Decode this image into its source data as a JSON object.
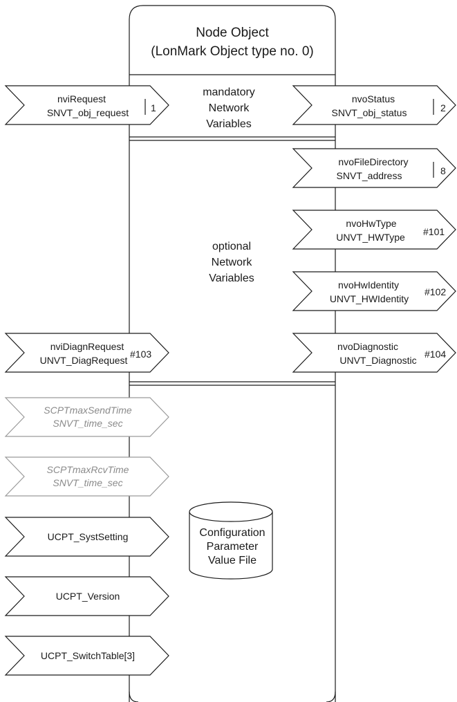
{
  "node": {
    "title_line1": "Node Object",
    "title_line2": "(LonMark Object type no. 0)"
  },
  "mandatory_label": [
    "mandatory",
    "Network",
    "Variables"
  ],
  "optional_label": [
    "optional",
    "Network",
    "Variables"
  ],
  "inputs": [
    {
      "name": "nviRequest",
      "type": "SNVT_obj_request",
      "index": "1",
      "bar": true
    },
    {
      "name": "nviDiagnRequest",
      "type": "UNVT_DiagRequest",
      "index": "#103",
      "bar": false
    }
  ],
  "outputs": [
    {
      "name": "nvoStatus",
      "type": "SNVT_obj_status",
      "index": "2",
      "bar": true
    },
    {
      "name": "nvoFileDirectory",
      "type": "SNVT_address",
      "index": "8",
      "bar": true
    },
    {
      "name": "nvoHwType",
      "type": "UNVT_HWType",
      "index": "#101",
      "bar": false
    },
    {
      "name": "nvoHwIdentity",
      "type": "UNVT_HWIdentity",
      "index": "#102",
      "bar": false
    },
    {
      "name": "nvoDiagnostic",
      "type": "UNVT_Diagnostic",
      "index": "#104",
      "bar": false
    }
  ],
  "config_properties": [
    {
      "name": "SCPTmaxSendTime",
      "type": "SNVT_time_sec",
      "style": "grey-italic"
    },
    {
      "name": "SCPTmaxRcvTime",
      "type": "SNVT_time_sec",
      "style": "grey-italic"
    },
    {
      "name": "UCPT_SystSetting",
      "type": "",
      "style": "normal"
    },
    {
      "name": "UCPT_Version",
      "type": "",
      "style": "normal"
    },
    {
      "name": "UCPT_SwitchTable[3]",
      "type": "",
      "style": "normal"
    }
  ],
  "cylinder_label": [
    "Configuration",
    "Parameter",
    "Value File"
  ]
}
